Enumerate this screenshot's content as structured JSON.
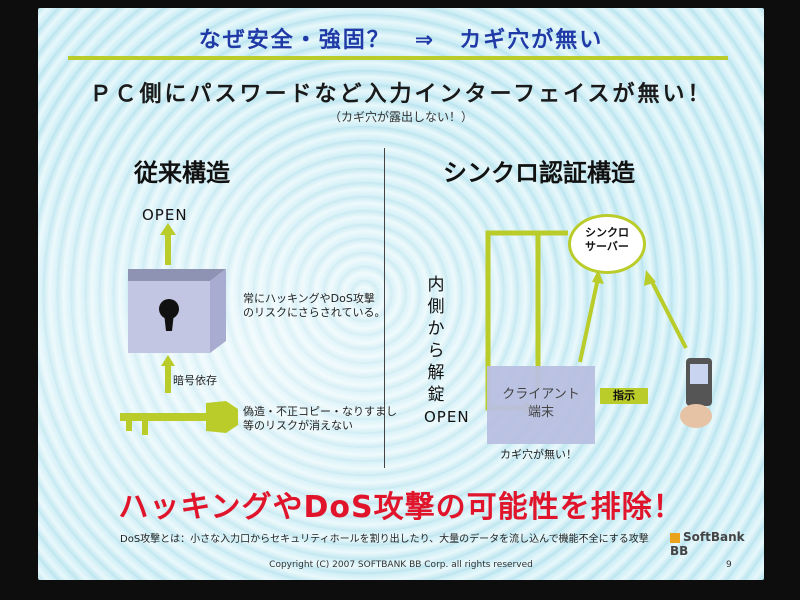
{
  "top_title": "なぜ安全・強固？　⇒　カギ穴が無い",
  "headline": "ＰＣ側にパスワードなど入力インターフェイスが無い！",
  "subheadline": "（カギ穴が露出しない！）",
  "left": {
    "heading": "従来構造",
    "open_label": "OPEN",
    "hacking_text": [
      "常にハッキングやDoS攻撃",
      "のリスクにさらされている。"
    ],
    "cipher_label": "暗号依存",
    "forgery_text": [
      "偽造・不正コピー・なりすまし",
      "等のリスクが消えない"
    ]
  },
  "right": {
    "heading": "シンクロ認証構造",
    "server_label": [
      "シンクロ",
      "サーバー"
    ],
    "vertical_text": [
      "内",
      "側",
      "か",
      "ら",
      "解",
      "錠"
    ],
    "open_label": "OPEN",
    "client_label": [
      "クライアント",
      "端末"
    ],
    "instruction_label": "指示",
    "no_keyhole_text": "カギ穴が無い！"
  },
  "bottom_headline": "ハッキングやDoS攻撃の可能性を排除！",
  "dos_note": "DoS攻撃とは：小さな入力口からセキュリティホールを割り出したり、大量のデータを流し込んで機能不全にする攻撃",
  "brand": "SoftBank BB",
  "footer": "Copyright (C) 2007 SOFTBANK BB Corp. all rights reserved",
  "page_number": "9",
  "colors": {
    "title_blue": "#1f3aa6",
    "accent_green": "#b9cc2a",
    "alert_red": "#e0152b"
  }
}
